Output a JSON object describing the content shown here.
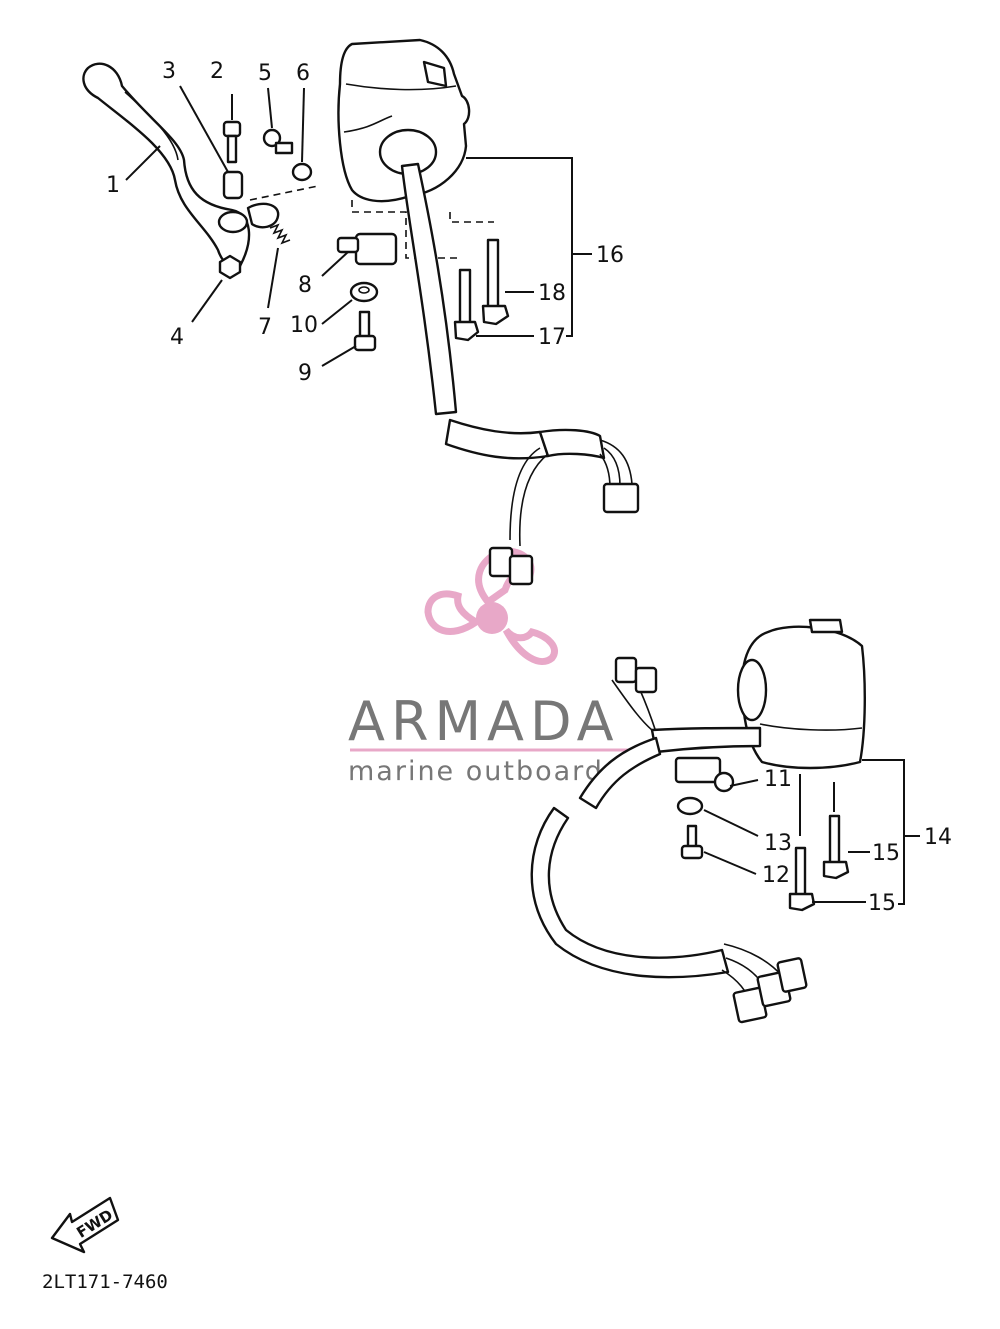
{
  "diagram": {
    "part_labels": [
      {
        "id": "1",
        "text": "1"
      },
      {
        "id": "2",
        "text": "2"
      },
      {
        "id": "3",
        "text": "3"
      },
      {
        "id": "4",
        "text": "4"
      },
      {
        "id": "5",
        "text": "5"
      },
      {
        "id": "6",
        "text": "6"
      },
      {
        "id": "7",
        "text": "7"
      },
      {
        "id": "8",
        "text": "8"
      },
      {
        "id": "9",
        "text": "9"
      },
      {
        "id": "10",
        "text": "10"
      },
      {
        "id": "11",
        "text": "11"
      },
      {
        "id": "12",
        "text": "12"
      },
      {
        "id": "13",
        "text": "13"
      },
      {
        "id": "14",
        "text": "14"
      },
      {
        "id": "15a",
        "text": "15"
      },
      {
        "id": "15b",
        "text": "15"
      },
      {
        "id": "16",
        "text": "16"
      },
      {
        "id": "17",
        "text": "17"
      },
      {
        "id": "18",
        "text": "18"
      }
    ],
    "fwd_label": "FWD",
    "drawing_code": "2LT171-7460"
  },
  "watermark": {
    "brand": "ARMADA",
    "tagline": "marine outboards",
    "colors": {
      "text": "#777777",
      "accent": "#e8a8c8"
    }
  }
}
